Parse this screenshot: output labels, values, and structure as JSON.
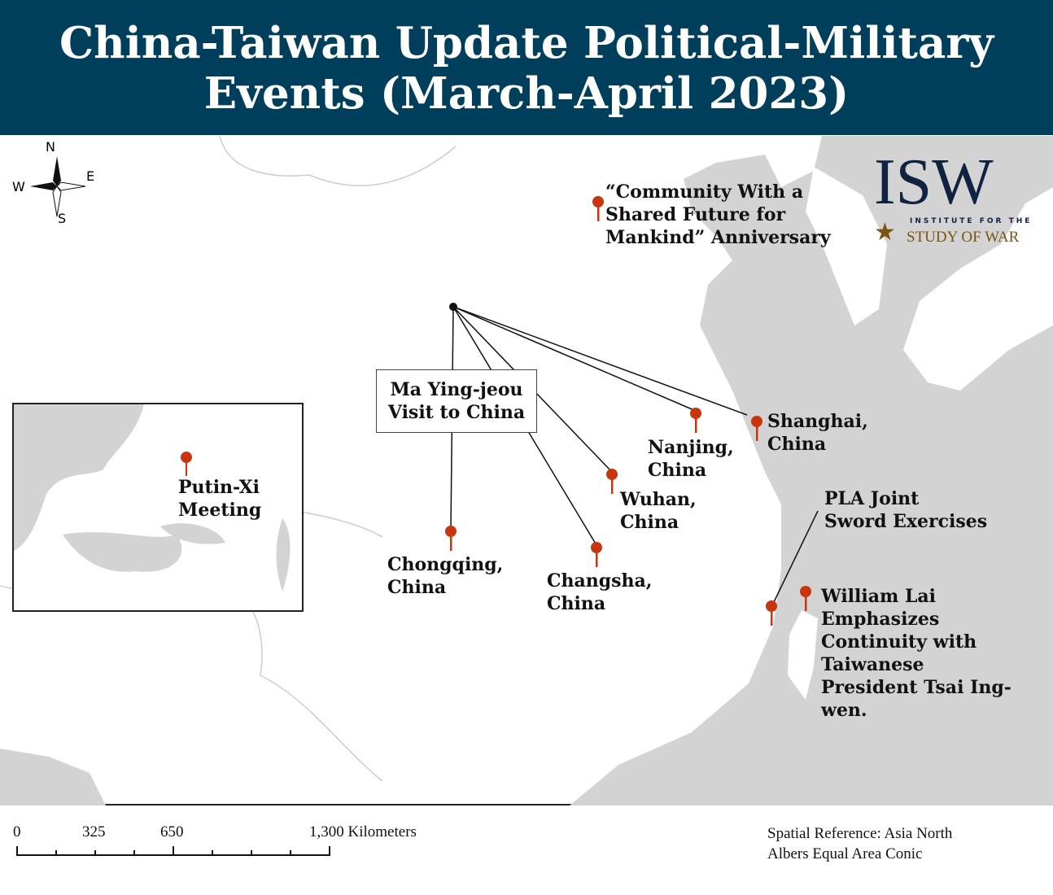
{
  "title": "China-Taiwan Update Political-Military Events (March-April 2023)",
  "logo": {
    "letters": "ISW",
    "line1": "INSTITUTE FOR THE",
    "line2": "STUDY OF WAR",
    "colors": {
      "navy": "#0f2240",
      "gold": "#7a5412"
    }
  },
  "compass": {
    "n": "N",
    "e": "E",
    "s": "S",
    "w": "W"
  },
  "colors": {
    "header": "#003f5c",
    "pin": "#c8360f",
    "sea": "#d3d3d3",
    "land": "#ffffff"
  },
  "callout": {
    "label": "Ma Ying-jeou\nVisit to China"
  },
  "events": [
    {
      "label": "“Community With a\nShared Future for\nMankind” Anniversary"
    },
    {
      "label": "Putin-Xi\nMeeting"
    },
    {
      "label": "Shanghai,\nChina"
    },
    {
      "label": "Nanjing,\nChina"
    },
    {
      "label": "Wuhan,\nChina"
    },
    {
      "label": "Changsha,\nChina"
    },
    {
      "label": "Chongqing,\nChina"
    },
    {
      "label": "PLA Joint\nSword Exercises"
    },
    {
      "label": "William Lai\nEmphasizes\nContinuity with\nTaiwanese\nPresident Tsai Ing-\nwen."
    }
  ],
  "scale": {
    "ticks": [
      "0",
      "325",
      "650",
      "1,300 Kilometers"
    ]
  },
  "spatial_reference": "Spatial Reference: Asia North\nAlbers Equal Area Conic"
}
